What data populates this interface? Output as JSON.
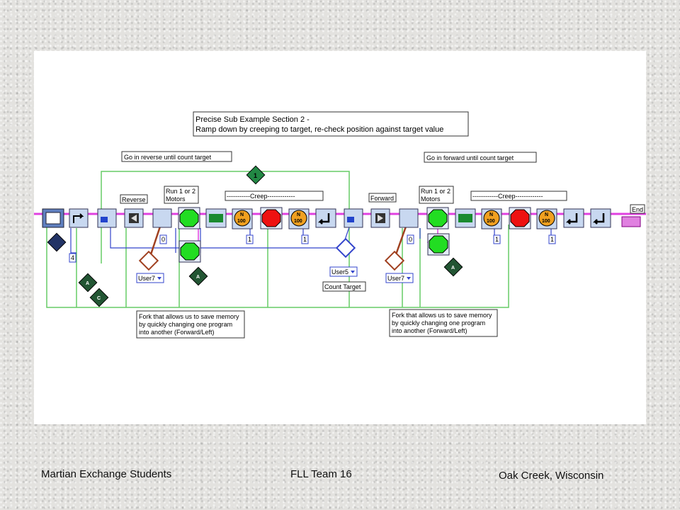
{
  "diagram": {
    "title_line1": "Precise Sub Example Section 2 -",
    "title_line2": "Ramp down by creeping to target, re-check position against target value",
    "reverse_block": "Go in reverse until count target",
    "forward_block": "Go in forward until count target",
    "reverse_label": "Reverse",
    "forward_label": "Forward",
    "run_motors_1a": "Run 1 or 2",
    "run_motors_1b": "Motors",
    "run_motors_2a": "Run 1 or 2",
    "run_motors_2b": "Motors",
    "creep_1": "-----------Creep-------------",
    "creep_2": "------------Creep-------------",
    "end_label": "End",
    "user7_a": "User7",
    "user7_b": "User7",
    "user5": "User5",
    "count_target": "Count Target",
    "fork_note_1": [
      "Fork that allows us to save memory",
      "by quickly changing one program",
      "into another (Forward/Left)"
    ],
    "fork_note_2": [
      "Fork that allows us to save memory",
      "by quickly changing one program",
      "into another (Forward/Left)"
    ],
    "const_4": "4",
    "const_0a": "0",
    "const_1a": "1",
    "const_1b": "1",
    "const_0b": "0",
    "const_1c": "1",
    "const_1d": "1",
    "motor_n": "N",
    "motor_100": "100",
    "diamond_1": "1",
    "diamond_a": "A",
    "diamond_c": "C"
  },
  "footer": {
    "left": "Martian Exchange Students",
    "center": "FLL Team 16",
    "right": "Oak Creek, Wisconsin"
  },
  "colors": {
    "wire_main": "#e040e0",
    "wire_green": "#66cc66",
    "wire_blue": "#3344cc",
    "wire_brown": "#a04020",
    "stop_green": "#22dd22",
    "stop_red": "#ee1111",
    "motor_orange": "#f0a020"
  }
}
